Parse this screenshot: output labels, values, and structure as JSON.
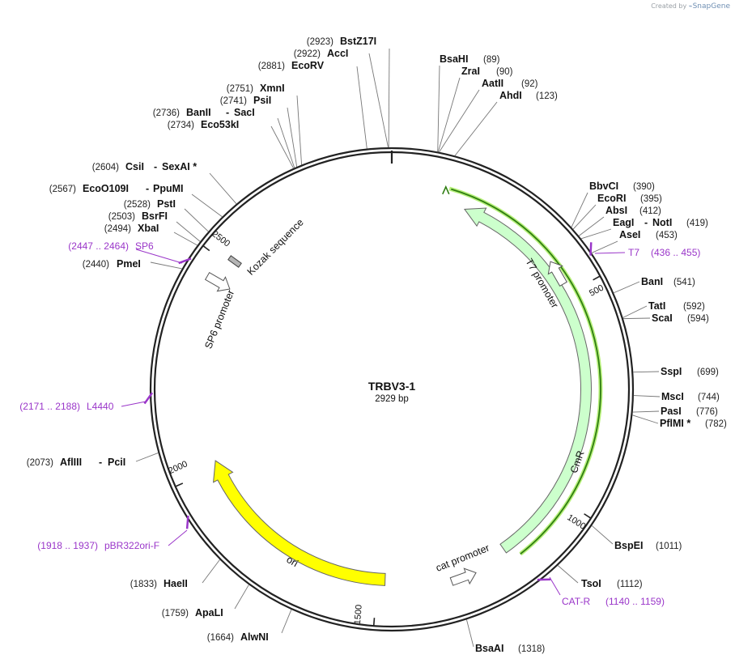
{
  "credit": {
    "prefix": "Created by",
    "brand": "SnapGene"
  },
  "plasmid": {
    "name": "TRBV3-1",
    "size_label": "2929 bp",
    "length": 2929
  },
  "colors": {
    "primer": "#9a36c9",
    "ori": "#ffff00",
    "cmr": "#ccffcc",
    "cmr_line": "#2f7d12",
    "cmr_glow": "#b7f07a",
    "backbone": "#222222"
  },
  "sites": [
    {
      "name": "BstZ17I",
      "pos": "(2923)"
    },
    {
      "name": "AccI",
      "pos": "(2922)"
    },
    {
      "name": "EcoRV",
      "pos": "(2881)"
    },
    {
      "name": "XmnI",
      "pos": "(2751)"
    },
    {
      "name": "PsiI",
      "pos": "(2741)"
    },
    {
      "name": "BanII",
      "name2": "SacI",
      "pos": "(2736)"
    },
    {
      "name": "Eco53kI",
      "pos": "(2734)"
    },
    {
      "name": "CsiI",
      "name2": "SexAI *",
      "pos": "(2604)"
    },
    {
      "name": "EcoO109I",
      "name2": "PpuMI",
      "pos": "(2567)"
    },
    {
      "name": "PstI",
      "pos": "(2528)"
    },
    {
      "name": "BsrFI",
      "pos": "(2503)"
    },
    {
      "name": "XbaI",
      "pos": "(2494)"
    },
    {
      "name": "PmeI",
      "pos": "(2440)"
    },
    {
      "name": "AflIII",
      "name2": "PciI",
      "pos": "(2073)"
    },
    {
      "name": "HaeII",
      "pos": "(1833)"
    },
    {
      "name": "ApaLI",
      "pos": "(1759)"
    },
    {
      "name": "AlwNI",
      "pos": "(1664)"
    },
    {
      "name": "BsaHI",
      "pos": "(89)"
    },
    {
      "name": "ZraI",
      "pos": "(90)"
    },
    {
      "name": "AatII",
      "pos": "(92)"
    },
    {
      "name": "AhdI",
      "pos": "(123)"
    },
    {
      "name": "BbvCI",
      "pos": "(390)"
    },
    {
      "name": "EcoRI",
      "pos": "(395)"
    },
    {
      "name": "AbsI",
      "pos": "(412)"
    },
    {
      "name": "EagI",
      "name2": "NotI",
      "pos": "(419)"
    },
    {
      "name": "AseI",
      "pos": "(453)"
    },
    {
      "name": "BanI",
      "pos": "(541)"
    },
    {
      "name": "TatI",
      "pos": "(592)"
    },
    {
      "name": "ScaI",
      "pos": "(594)"
    },
    {
      "name": "SspI",
      "pos": "(699)"
    },
    {
      "name": "MscI",
      "pos": "(744)"
    },
    {
      "name": "PasI",
      "pos": "(776)"
    },
    {
      "name": "PflMI *",
      "pos": "(782)"
    },
    {
      "name": "BspEI",
      "pos": "(1011)"
    },
    {
      "name": "TsoI",
      "pos": "(1112)"
    },
    {
      "name": "BsaAI",
      "pos": "(1318)"
    }
  ],
  "primers": [
    {
      "name": "SP6",
      "range": "(2447 .. 2464)"
    },
    {
      "name": "L4440",
      "range": "(2171 .. 2188)"
    },
    {
      "name": "pBR322ori-F",
      "range": "(1918 .. 1937)"
    },
    {
      "name": "T7",
      "range": "(436 .. 455)"
    },
    {
      "name": "CAT-R",
      "range": "(1140 .. 1159)"
    }
  ],
  "features": {
    "kozak": "Kozak sequence",
    "sp6_promoter": "SP6 promoter",
    "t7_promoter": "T7 promoter",
    "cmr": "CmR",
    "cat_promoter": "cat promoter",
    "ori": "ori"
  },
  "ticks": [
    {
      "label": "500",
      "value": 500
    },
    {
      "label": "1000",
      "value": 1000
    },
    {
      "label": "1500",
      "value": 1500
    },
    {
      "label": "2000",
      "value": 2000
    },
    {
      "label": "2500",
      "value": 2500
    }
  ]
}
